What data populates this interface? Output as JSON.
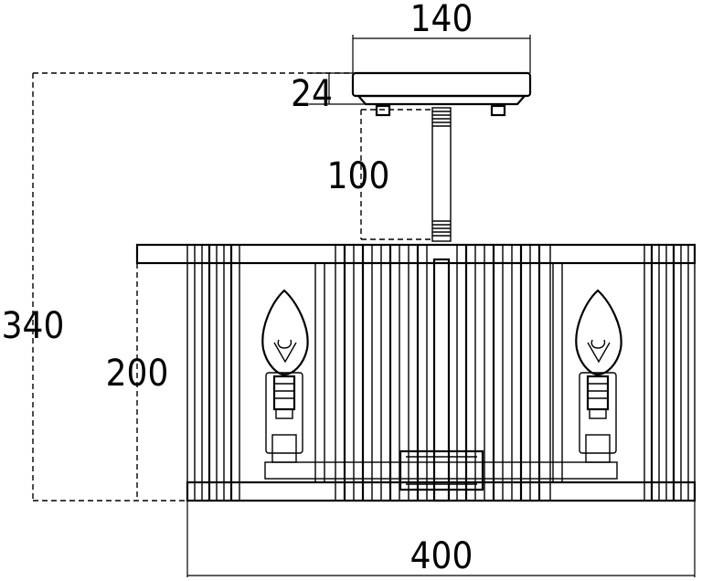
{
  "dimensions": {
    "canopy_width": "140",
    "canopy_height": "24",
    "rod_length": "100",
    "overall_height": "340",
    "shade_height": "200",
    "shade_width": "400"
  }
}
